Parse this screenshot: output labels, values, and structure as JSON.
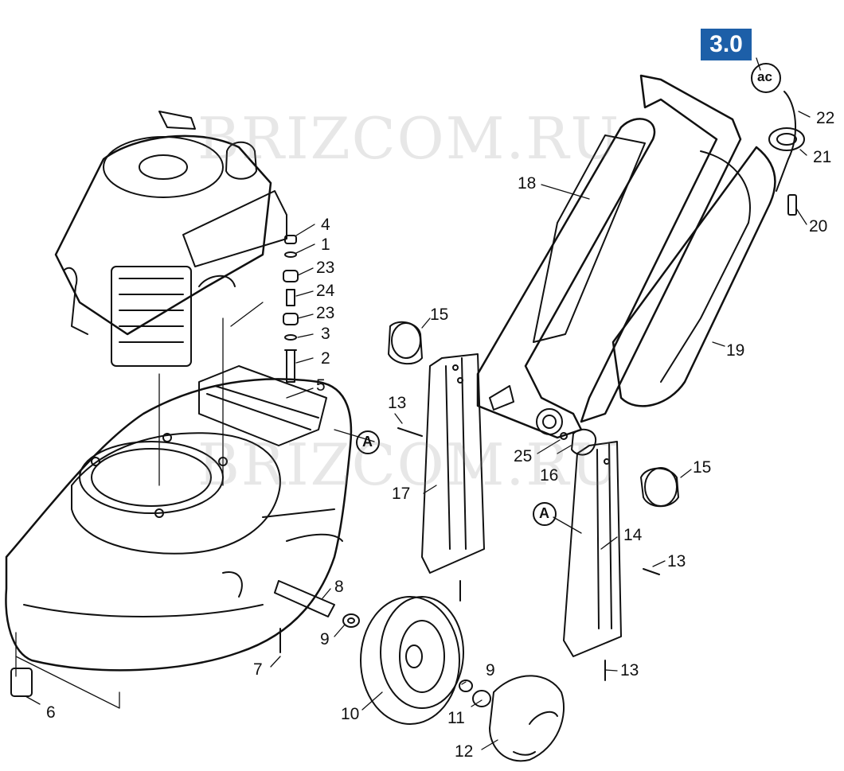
{
  "section": "3.0",
  "watermark": "BRIZCOM.RU",
  "markers": {
    "a_upper": "A",
    "a_lower": "A",
    "ac": "ac"
  },
  "parts": {
    "p1": "1",
    "p2": "2",
    "p3": "3",
    "p4": "4",
    "p5": "5",
    "p6": "6",
    "p7": "7",
    "p8": "8",
    "p9a": "9",
    "p9b": "9",
    "p10": "10",
    "p11": "11",
    "p12": "12",
    "p13a": "13",
    "p13b": "13",
    "p13c": "13",
    "p14": "14",
    "p15a": "15",
    "p15b": "15",
    "p16": "16",
    "p17": "17",
    "p18": "18",
    "p19": "19",
    "p20": "20",
    "p21": "21",
    "p22": "22",
    "p23a": "23",
    "p23b": "23",
    "p24": "24",
    "p25": "25"
  }
}
